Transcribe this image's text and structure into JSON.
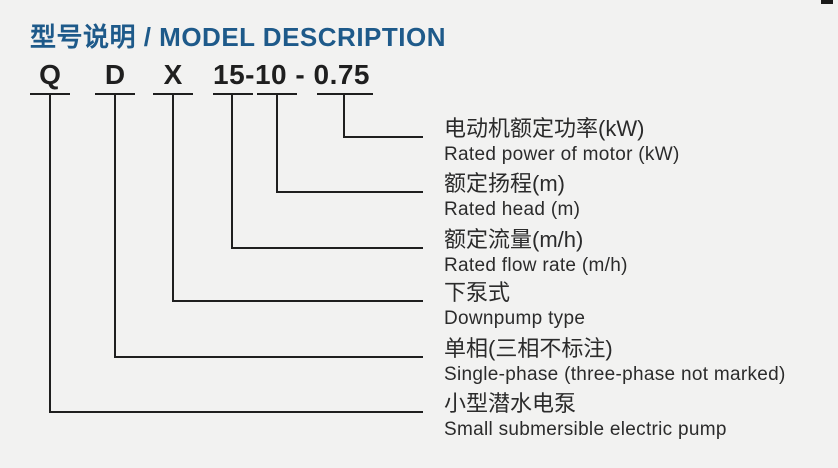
{
  "title": "型号说明 / MODEL DESCRIPTION",
  "model_code": {
    "prefix_letters": [
      "Q",
      "D",
      "X"
    ],
    "numbers": "15-10 - 0.75"
  },
  "legend": [
    {
      "segment": "0.75",
      "zh": "电动机额定功率(kW)",
      "en": "Rated power of motor (kW)"
    },
    {
      "segment": "10",
      "zh": "额定扬程(m)",
      "en": "Rated head (m)"
    },
    {
      "segment": "15",
      "zh": "额定流量(m/h)",
      "en": "Rated flow rate (m/h)"
    },
    {
      "segment": "X",
      "zh": "下泵式",
      "en": "Downpump type"
    },
    {
      "segment": "D",
      "zh": "单相(三相不标注)",
      "en": "Single-phase (three-phase not marked)"
    },
    {
      "segment": "Q",
      "zh": "小型潜水电泵",
      "en": "Small submersible electric pump"
    }
  ]
}
